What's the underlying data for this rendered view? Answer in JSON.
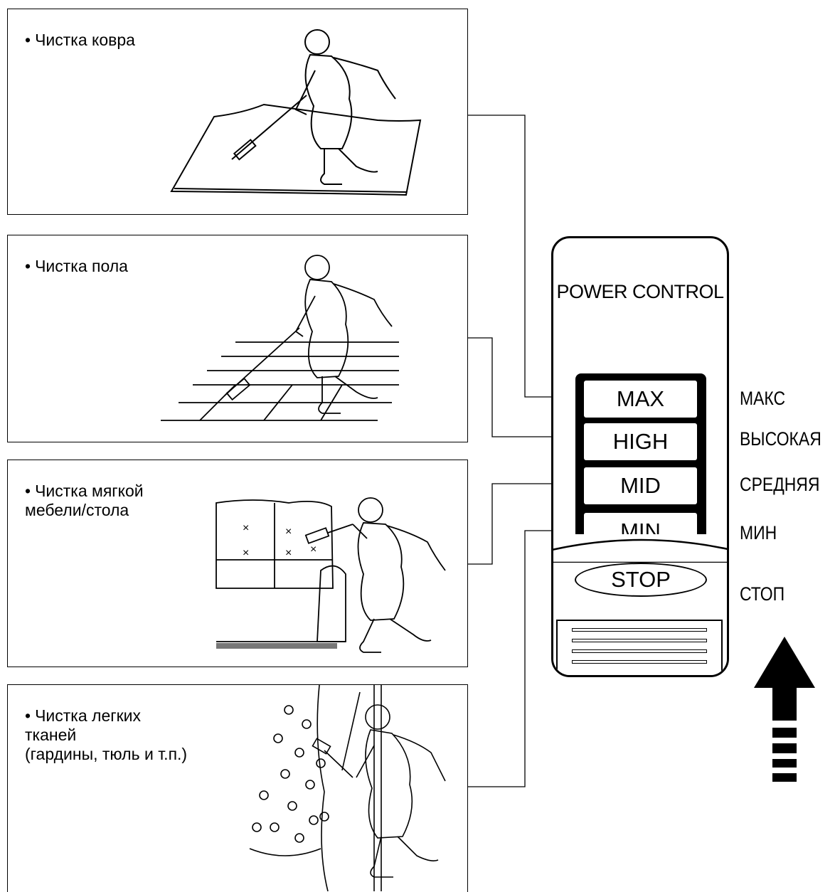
{
  "panels": [
    {
      "label": "Чистка ковра"
    },
    {
      "label": "Чистка пола"
    },
    {
      "label": "Чистка мягкой\nмебели/стола"
    },
    {
      "label": "Чистка легких\nтканей\n(гардины, тюль и т.п.)"
    }
  ],
  "remote": {
    "title": "POWER CONTROL",
    "levels": [
      "MAX",
      "HIGH",
      "MID",
      "MIN"
    ],
    "stop": "STOP"
  },
  "ru_levels": [
    "МАКС",
    "ВЫСОКАЯ",
    "СРЕДНЯЯ",
    "МИН",
    "СТОП"
  ],
  "icons": {
    "arrow": "up-arrow-icon",
    "carpet": "carpet-cleaning-illustration-icon",
    "floor": "floor-cleaning-illustration-icon",
    "sofa": "sofa-cleaning-illustration-icon",
    "curtain": "curtain-cleaning-illustration-icon"
  }
}
